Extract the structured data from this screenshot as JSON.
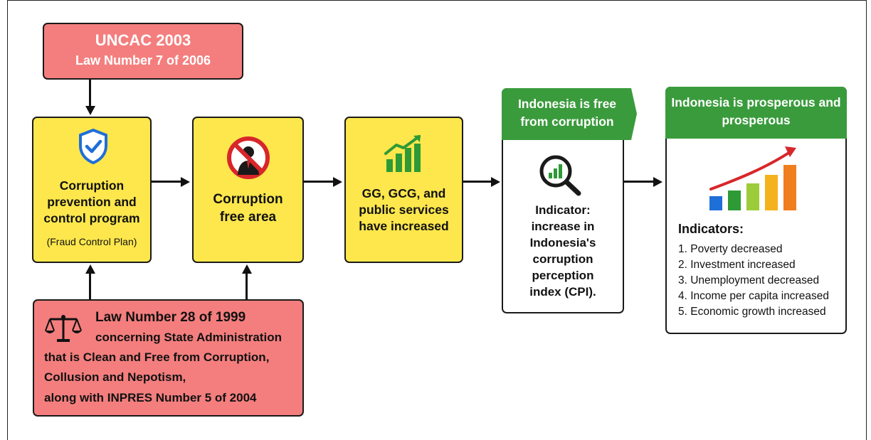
{
  "uncac": {
    "title": "UNCAC 2003",
    "subtitle": "Law Number 7 of 2006"
  },
  "box_prevention": {
    "label": "Corruption prevention and control program",
    "note": "(Fraud Control Plan)",
    "icon": "shield-check-icon"
  },
  "box_free_area": {
    "label": "Corruption free area",
    "icon": "no-corruption-icon"
  },
  "box_gg": {
    "label": "GG, GCG, and public services have increased",
    "icon": "growth-chart-icon"
  },
  "box_free_corruption": {
    "banner": "Indonesia is free from corruption",
    "text": "Indicator: increase in Indonesia's corruption perception index (CPI).",
    "icon": "magnifier-chart-icon"
  },
  "box_prosperous": {
    "banner": "Indonesia is prosperous and prosperous",
    "indicators_title": "Indicators:",
    "indicators": [
      "1. Poverty decreased",
      "2. Investment increased",
      "3. Unemployment decreased",
      "4. Income per capita increased",
      "5. Economic growth increased"
    ],
    "icon": "rising-bars-icon"
  },
  "law_box": {
    "title": "Law Number 28 of 1999",
    "line1": "concerning State Administration",
    "line2": "that is Clean and Free from Corruption,",
    "line3": "Collusion and Nepotism,",
    "line4": "along with INPRES Number 5 of 2004",
    "icon": "scales-icon"
  },
  "colors": {
    "red": "#f47e7e",
    "yellow": "#fde74c",
    "green": "#3a9b3c",
    "blue": "#1e6fd8"
  }
}
